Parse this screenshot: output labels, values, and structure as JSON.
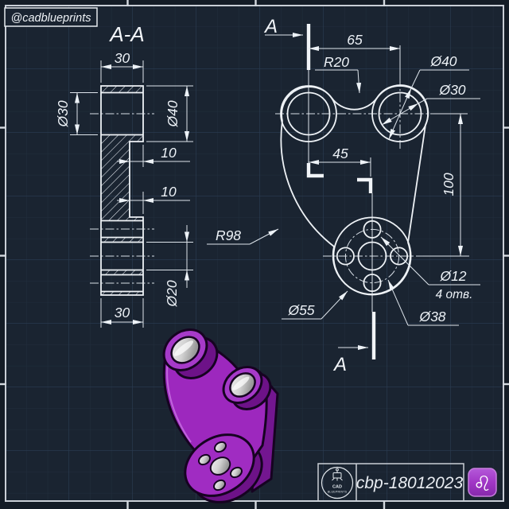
{
  "watermark": {
    "handle": "@cadblueprints"
  },
  "section_view": {
    "title": "A-A",
    "width_top": "30",
    "bore_dia": "Ø30",
    "boss_dia": "Ø40",
    "step_top": "10",
    "step_bottom": "10",
    "hub_bore_dia": "Ø20",
    "width_bottom": "30"
  },
  "front_view": {
    "cut_label_top": "A",
    "cut_label_bottom": "A",
    "center_distance": "65",
    "notch_radius": "R20",
    "boss_outer_dia": "Ø40",
    "boss_bore_dia": "Ø30",
    "cut_offset": "45",
    "vertical_distance": "100",
    "side_radius": "R98",
    "hole_dia": "Ø12",
    "hole_count": "4 отв.",
    "flange_dia": "Ø55",
    "bolt_circle_dia": "Ø38"
  },
  "title_block": {
    "logo_top": "CAD",
    "logo_bottom": "BLUEPRINTS",
    "drawing_code": "cbp-18012023"
  },
  "zodiac_badge": {
    "symbol": "♌"
  },
  "colors": {
    "background": "#1a2431",
    "margin": "#141c26",
    "grid_minor": "#212e3d",
    "grid_major": "#2b3c52",
    "line": "#edf2f7",
    "frame": "#c9ced6",
    "part_purple": "#9d28be",
    "badge_purple": "#a136c6"
  }
}
